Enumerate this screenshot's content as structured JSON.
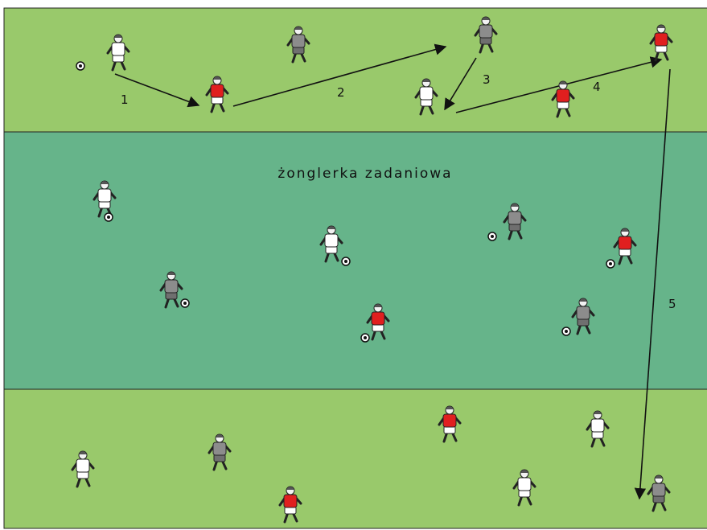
{
  "zones": {
    "top": {
      "color": "#99c96b"
    },
    "middle": {
      "color": "#66b48a",
      "label": "żonglerka zadaniowa"
    },
    "bottom": {
      "color": "#99c96b"
    }
  },
  "teams": {
    "white": {
      "shirt": "#ffffff",
      "shorts": "#ffffff"
    },
    "red": {
      "shirt": "#e01f1f",
      "shorts": "#ffffff"
    },
    "grey": {
      "shirt": "#8c8c8c",
      "shorts": "#6f6f6f"
    }
  },
  "steps": {
    "s1": "1",
    "s2": "2",
    "s3": "3",
    "s4": "4",
    "s5": "5"
  }
}
